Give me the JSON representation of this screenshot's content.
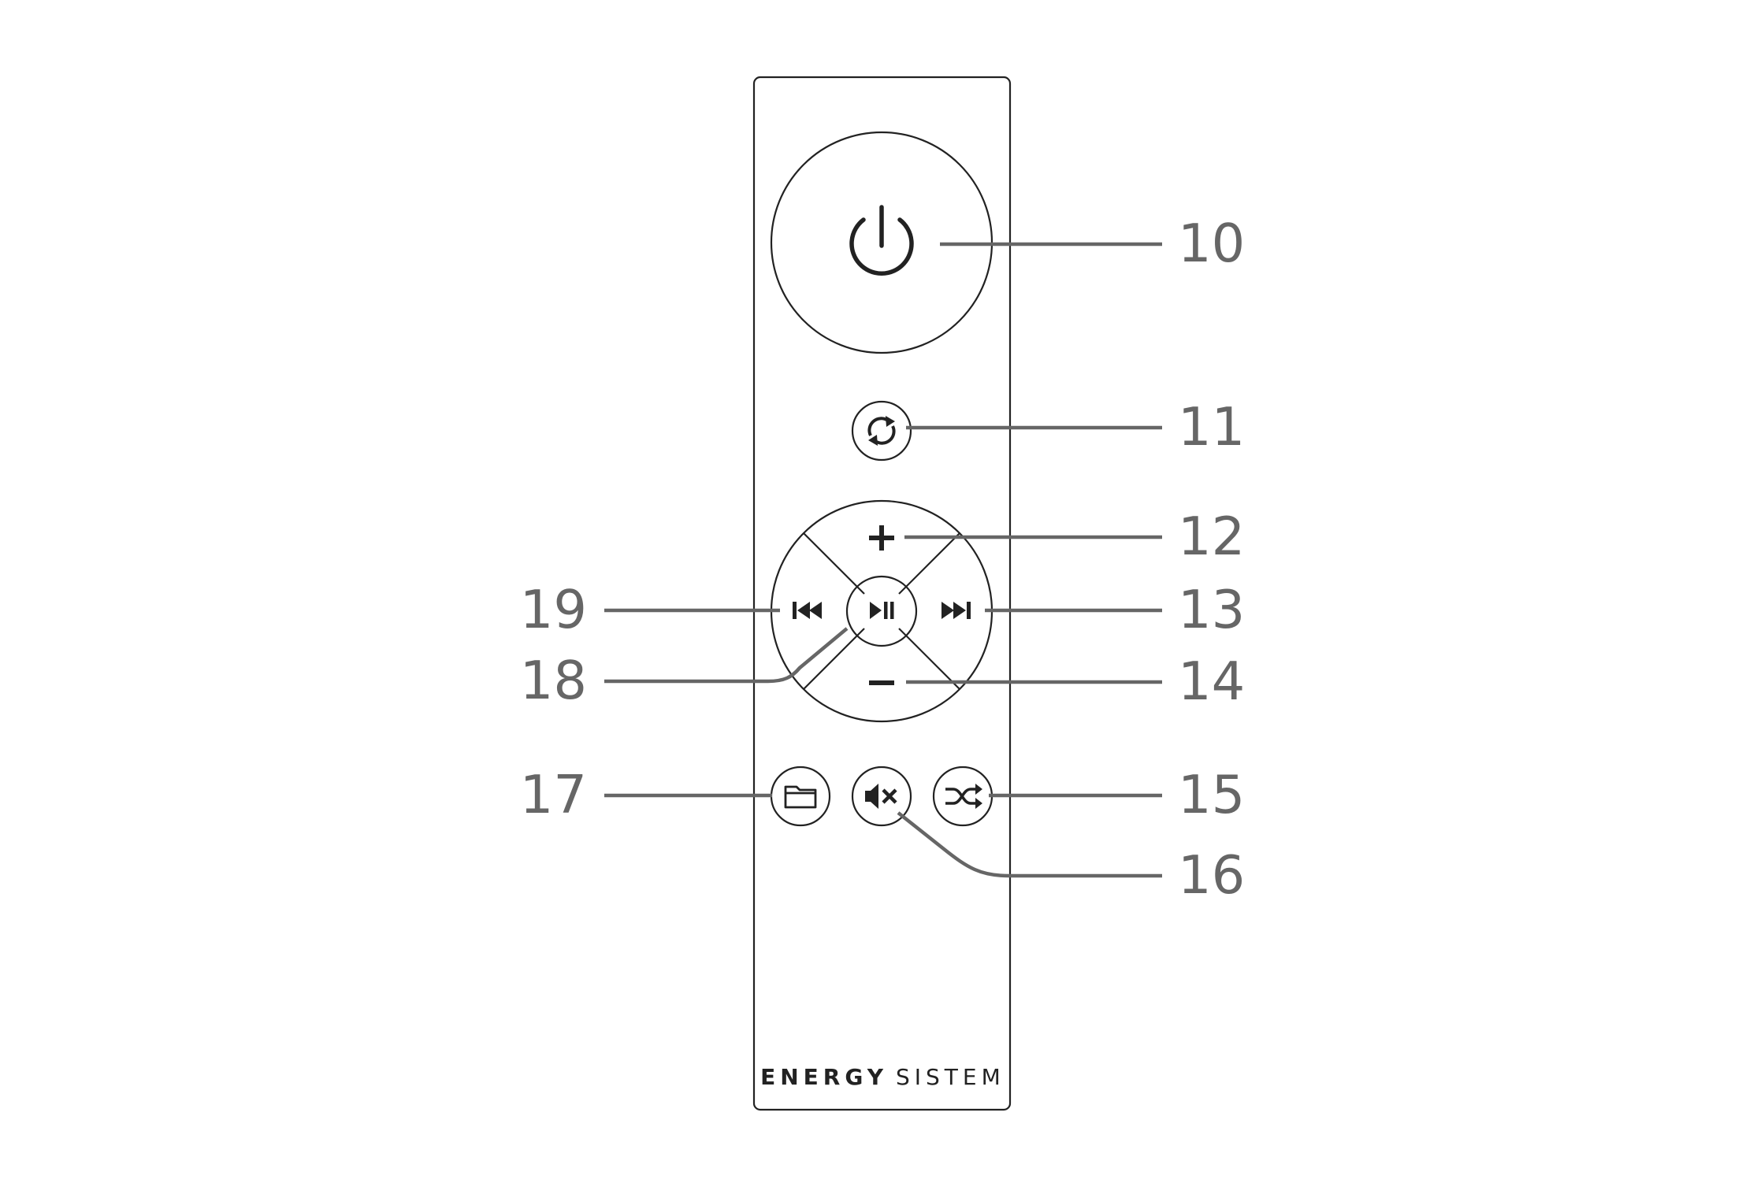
{
  "brand": {
    "primary": "ENERGY",
    "secondary": "SISTEM"
  },
  "callouts": {
    "power": "10",
    "mode": "11",
    "volume_up": "12",
    "next_track": "13",
    "volume_down": "14",
    "shuffle": "15",
    "mute": "16",
    "folder": "17",
    "play_pause": "18",
    "previous_track": "19"
  },
  "icons": {
    "power": "power-icon",
    "mode": "repeat-cycle-icon",
    "volume_up": "plus-icon",
    "volume_down": "minus-icon",
    "next_track": "skip-forward-icon",
    "previous_track": "skip-back-icon",
    "play_pause": "play-pause-icon",
    "folder": "folder-icon",
    "mute": "speaker-mute-icon",
    "shuffle": "shuffle-icon"
  },
  "colors": {
    "outline": "#222222",
    "leader_line": "#666666",
    "callout_text": "#666666",
    "background": "#ffffff"
  }
}
